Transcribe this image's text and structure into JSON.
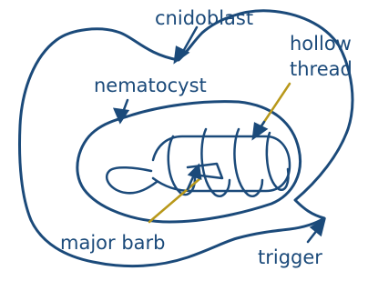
{
  "colors": {
    "outline": "#1b4a7a",
    "leader": "#b8981a",
    "label_text": "#1b4a7a"
  },
  "labels": {
    "cnidoblast": "cnidoblast",
    "hollow_thread_line1": "hollow",
    "hollow_thread_line2": "thread",
    "nematocyst": "nematocyst",
    "major_barb": "major barb",
    "trigger": "trigger"
  }
}
